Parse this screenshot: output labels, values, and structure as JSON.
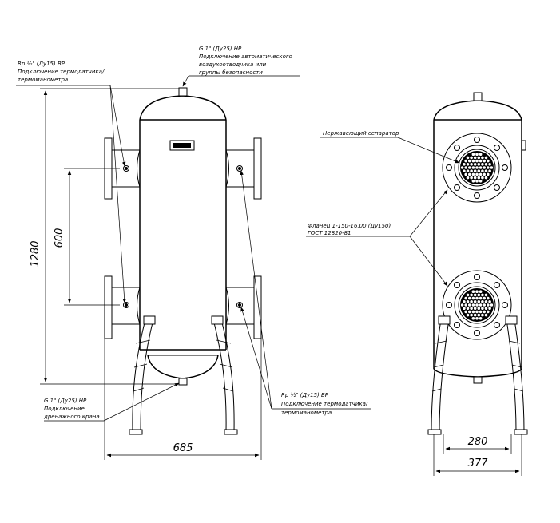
{
  "labels": {
    "top_connection": [
      "G 1\" (Ду25) НР",
      "Подключение автоматического",
      "воздухоотводчика или",
      "группы безопасности"
    ],
    "left_sensor": [
      "Rp ½\" (Ду15) ВР",
      "Подключение термодатчика/",
      "термоманометра"
    ],
    "drain": [
      "G 1\" (Ду25) НР",
      "Подключение",
      "дренажного крана"
    ],
    "right_sensor": [
      "Rp ½\" (Ду15) ВР",
      "Подключение термодатчика/",
      "термоманометра"
    ],
    "separator": "Нержавеющий сепаратор",
    "flange": [
      "Фланец 1-150-16.00 (Ду150)",
      "ГОСТ 12820-81"
    ]
  },
  "dimensions": {
    "height_total": "1280",
    "nozzle_spacing": "600",
    "width_front": "685",
    "width_inner_side": "280",
    "width_side": "377"
  }
}
